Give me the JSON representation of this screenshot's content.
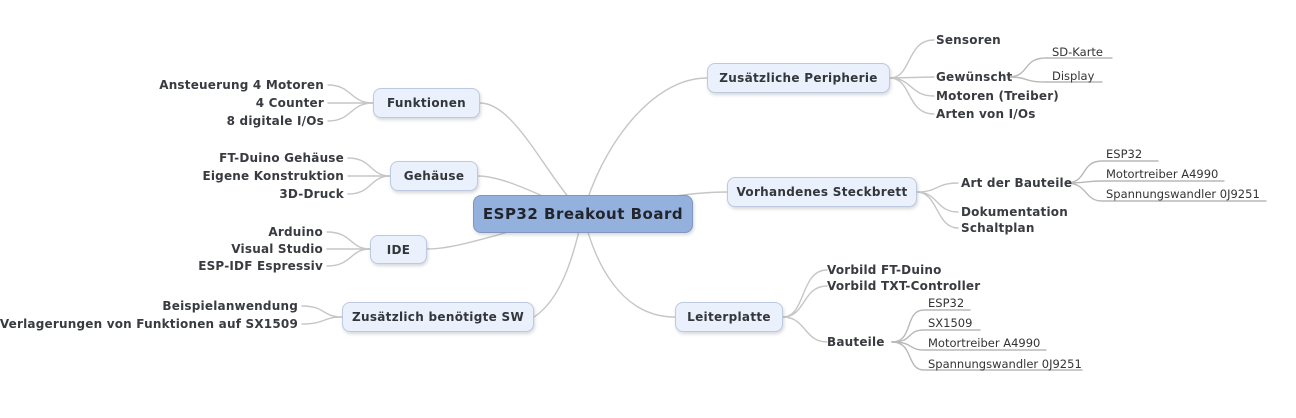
{
  "root": {
    "label": "ESP32 Breakout Board"
  },
  "left_branches": [
    {
      "label": "Funktionen",
      "children": [
        "Ansteuerung 4 Motoren",
        "4 Counter",
        "8 digitale I/Os"
      ]
    },
    {
      "label": "Gehäuse",
      "children": [
        "FT-Duino Gehäuse",
        "Eigene Konstruktion",
        "3D-Druck"
      ]
    },
    {
      "label": "IDE",
      "children": [
        "Arduino",
        "Visual Studio",
        "ESP-IDF Espressiv"
      ]
    },
    {
      "label": "Zusätzlich benötigte SW",
      "children": [
        "Beispielanwendung",
        "Verlagerungen von Funktionen auf SX1509"
      ]
    }
  ],
  "right_branches": [
    {
      "label": "Zusätzliche Peripherie",
      "children": [
        {
          "label": "Sensoren"
        },
        {
          "label": "Gewünscht",
          "children": [
            "SD-Karte",
            "Display"
          ]
        },
        {
          "label": "Motoren (Treiber)"
        },
        {
          "label": "Arten von I/Os"
        }
      ]
    },
    {
      "label": "Vorhandenes Steckbrett",
      "children": [
        {
          "label": "Art der Bauteile",
          "children": [
            "ESP32",
            "Motortreiber A4990",
            "Spannungswandler 0J9251"
          ]
        },
        {
          "label": "Dokumentation"
        },
        {
          "label": "Schaltplan"
        }
      ]
    },
    {
      "label": "Leiterplatte",
      "children": [
        {
          "label": "Vorbild FT-Duino"
        },
        {
          "label": "Vorbild TXT-Controller"
        },
        {
          "label": "Bauteile",
          "children": [
            "ESP32",
            "SX1509",
            "Motortreiber A4990",
            "Spannungswandler 0J9251"
          ]
        }
      ]
    }
  ],
  "colors": {
    "root_fill": "#94b1de",
    "root_border": "#8096bd",
    "branch_fill": "#eaf1fc",
    "branch_border": "#bdc9de",
    "line": "#c6c6c6",
    "text": "#383b40"
  }
}
